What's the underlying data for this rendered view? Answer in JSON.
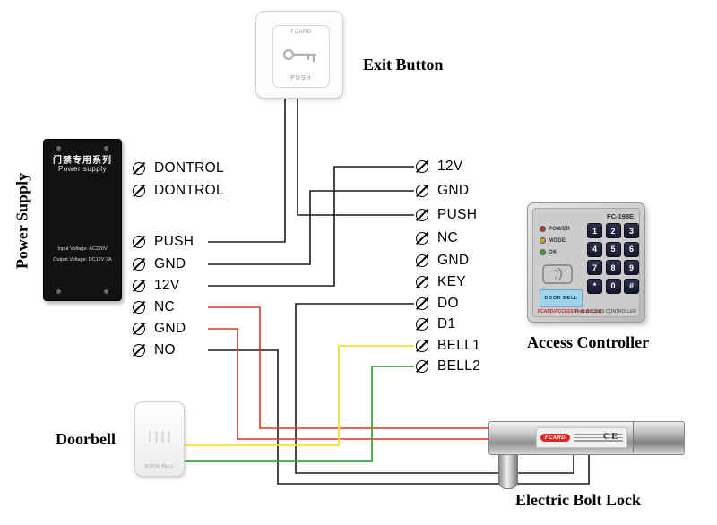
{
  "labels": {
    "exit_button": "Exit Button",
    "power_supply": "Power Supply",
    "access_controller": "Access Controller",
    "doorbell": "Doorbell",
    "electric_bolt_lock": "Electric Bolt Lock"
  },
  "exit_button": {
    "brand": "FCARD",
    "action": "PUSH"
  },
  "power_supply": {
    "series_cn": "门禁专用系列",
    "name": "Power supply",
    "input": "Input Voltage: AC220V",
    "output": "Output Voltage: DC12V 3A"
  },
  "terminals": {
    "power_aux": [
      "DONTROL",
      "DONTROL"
    ],
    "power_main": [
      "PUSH",
      "GND",
      "12V",
      "NC",
      "GND",
      "NO"
    ],
    "controller": [
      "12V",
      "GND",
      "PUSH",
      "NC",
      "GND",
      "KEY",
      "DO",
      "D1",
      "BELL1",
      "BELL2"
    ]
  },
  "controller": {
    "model": "FC-198E",
    "leds": [
      "POWER",
      "MODE",
      "OK"
    ],
    "keys": [
      "1",
      "2",
      "3",
      "4",
      "5",
      "6",
      "7",
      "8",
      "9",
      "*",
      "0",
      "#"
    ],
    "lcd": "DOOR BELL",
    "brand": "FCARD/ACCESS Tech.Co.,Ltd",
    "caption": "RF ID ACCESS CONTROLLER"
  },
  "doorbell": {
    "text": "DOOR BELL"
  },
  "bolt_lock": {
    "brand": "FCARD",
    "ce_mark": "CE"
  },
  "wires": {
    "black": "#1a1a1a",
    "red": "#e63329",
    "yellow": "#f0e32e",
    "green": "#3aaa35"
  }
}
